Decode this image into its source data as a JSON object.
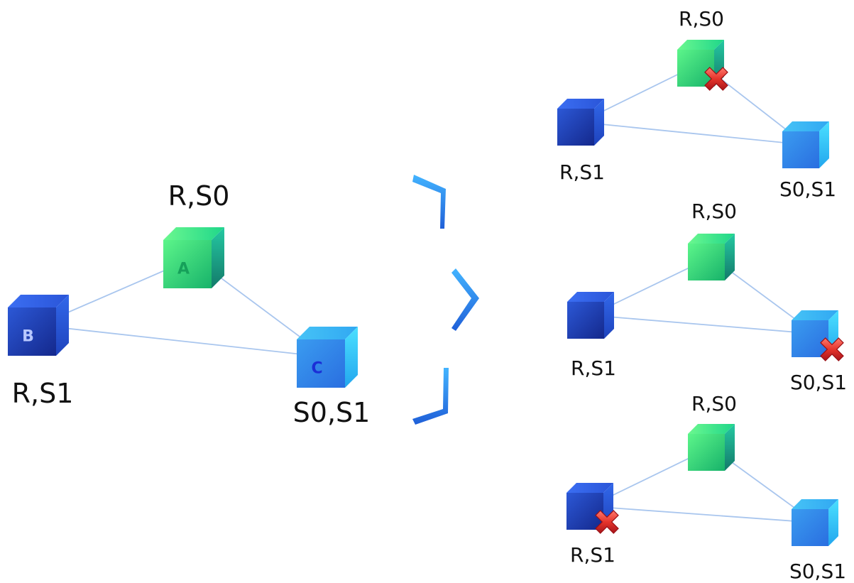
{
  "main_diagram": {
    "nodes": {
      "a": {
        "letter": "A",
        "label": "R,S0"
      },
      "b": {
        "letter": "B",
        "label": "R,S1"
      },
      "c": {
        "letter": "C",
        "label": "S0,S1"
      }
    }
  },
  "failure_scenarios": [
    {
      "a_label": "R,S0",
      "b_label": "R,S1",
      "c_label": "S0,S1",
      "failed_node": "a"
    },
    {
      "a_label": "R,S0",
      "b_label": "R,S1",
      "c_label": "S0,S1",
      "failed_node": "c"
    },
    {
      "a_label": "R,S0",
      "b_label": "R,S1",
      "c_label": "S0,S1",
      "failed_node": "b"
    }
  ],
  "colors": {
    "link": "#a9c6ee",
    "node_a_front_top": "#3ff56a",
    "node_a_front_bottom": "#1a9a7c",
    "node_b": "#2f5fe0",
    "node_c": "#35b4f5",
    "fail_mark": "#e4302c",
    "chevron": "#2f72e6"
  },
  "icons": {
    "node": "cube-icon",
    "failure": "x-mark-icon",
    "arrow": "chevron-right-icon"
  }
}
